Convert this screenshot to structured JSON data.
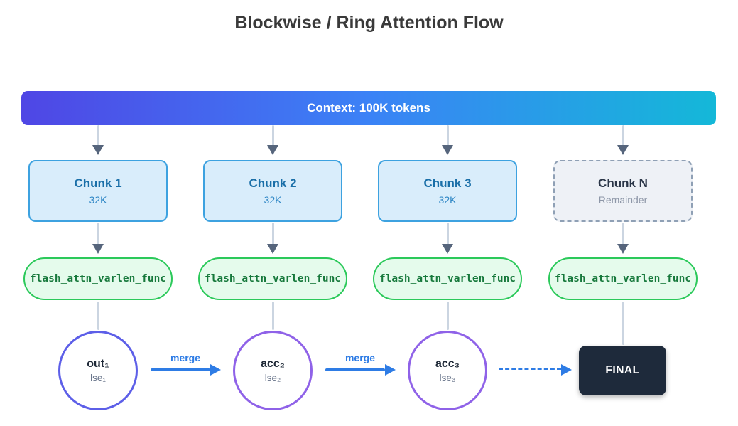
{
  "title": "Blockwise / Ring Attention Flow",
  "banner": {
    "label": "Context: 100K tokens"
  },
  "columns": [
    {
      "chunk_title": "Chunk 1",
      "chunk_subtitle": "32K",
      "func_label": "flash_attn_varlen_func"
    },
    {
      "chunk_title": "Chunk 2",
      "chunk_subtitle": "32K",
      "func_label": "flash_attn_varlen_func"
    },
    {
      "chunk_title": "Chunk 3",
      "chunk_subtitle": "32K",
      "func_label": "flash_attn_varlen_func"
    },
    {
      "chunk_title": "Chunk N",
      "chunk_subtitle": "Remainder",
      "func_label": "flash_attn_varlen_func"
    }
  ],
  "results": [
    {
      "label": "out₁",
      "sublabel": "lse₁"
    },
    {
      "label": "acc₂",
      "sublabel": "lse₂"
    },
    {
      "label": "acc₃",
      "sublabel": "lse₃"
    }
  ],
  "merges": [
    {
      "label": "merge"
    },
    {
      "label": "merge"
    }
  ],
  "final": {
    "label": "FINAL"
  },
  "colors": {
    "banner_gradient_start": "#4f46e5",
    "banner_gradient_mid": "#3b82f6",
    "banner_gradient_end": "#14b8d8",
    "chunk_border": "#3da2e0",
    "chunk_fill": "#d9edfb",
    "chunk_title": "#1a6fa8",
    "chunk_subtitle": "#2e86c5",
    "chunk_n_border": "#8fa0b5",
    "chunk_n_fill": "#eef1f6",
    "chunk_n_title": "#2b3648",
    "chunk_n_subtitle": "#8e97a8",
    "func_border": "#2bc95a",
    "func_fill": "#e5fbec",
    "func_text": "#17793c",
    "circle_border_1": "#5d5fe8",
    "circle_border_2": "#8f62e8",
    "circle_label": "#1f2937",
    "circle_sublabel": "#68748a",
    "merge_arrow": "#2e7ce5",
    "final_bg": "#1e2a3b",
    "final_text": "#ffffff",
    "stem_color": "#cbd5e1",
    "arrowhead_color": "#56657c",
    "title_color": "#3a3a3a"
  }
}
